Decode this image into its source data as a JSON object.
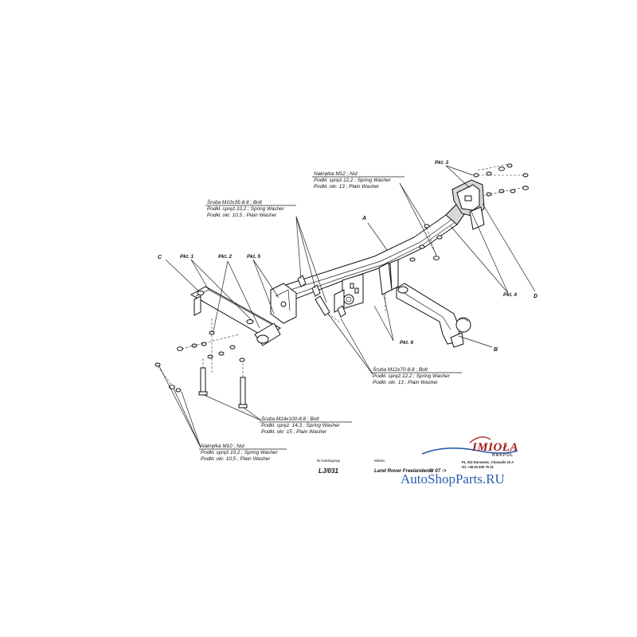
{
  "title_block": {
    "catalog_no_label": "Nr katalogowy",
    "catalog_no": "LJ/031",
    "make_label": "Marka",
    "model": "Land Rover Freelander II",
    "from": "od 07 ->"
  },
  "letters": {
    "a": "A",
    "b": "B",
    "c": "C",
    "d": "D"
  },
  "points": {
    "pkt1": "Pkt. 1",
    "pkt2": "Pkt. 2",
    "pkt3": "Pkt. 3",
    "pkt4": "Pkt. 4",
    "pkt5": "Pkt. 5",
    "pkt6": "Pkt. 6"
  },
  "callouts": {
    "nut_m12": {
      "line1": "Nakrętka  M12 ; Nut",
      "line2": "Podkł. spręż.12,2 ; Spring Washer",
      "line3": "Podkł. okr. 13 ; Plain Washer"
    },
    "bolt_m10x35": {
      "line1": "Śruba  M10x35-8.8 ;  Bolt",
      "line2": "Podkł. spręż.10,2 ;  Spring Washer",
      "line3": "Podkł. okr. 10,5 ; Plain Washer"
    },
    "bolt_m12x70": {
      "line1": "Śruba  M12x70-8.8 ;  Bolt",
      "line2": "Podkł. spręż.12,2 ;  Spring Washer",
      "line3": "Podkł. okr. 13 ; Plain Washer"
    },
    "bolt_m14x100": {
      "line1": "Śruba  M14x100-8.8 ;  Bolt",
      "line2": "Podkł. spręż. 14,3 ;  Spring Washer",
      "line3": "Podkł. okr. 15 ; Plain Washer"
    },
    "nut_m10": {
      "line1": "Nakrętka  M10 ; Nut",
      "line2": "Podkł. spręż.10,2 ; Spring Washer",
      "line3": "Podkł. okr. 10,5 ; Plain Washer"
    }
  },
  "logo": {
    "brand": "IMIOŁA",
    "sub": "HAKPOL",
    "address1": "PL 333 Dunowiec, Chamalis 23 A",
    "address2": "tel. +48 61 835 75 31"
  },
  "watermark": "AutoShopParts.RU"
}
